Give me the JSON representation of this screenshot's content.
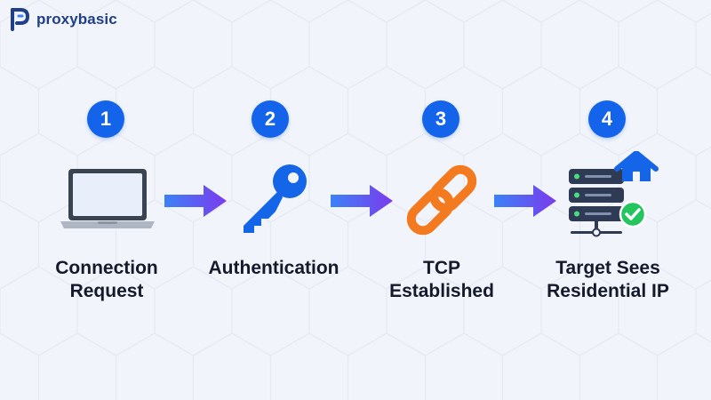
{
  "brand": {
    "name": "proxybasic"
  },
  "colors": {
    "badge": "#1364ea",
    "arrow_start": "#3b82f6",
    "arrow_end": "#7c3aed",
    "key": "#1565e8",
    "link": "#f47a1f",
    "laptop": "#3a4350",
    "server": "#2f3b55",
    "check": "#22c55e",
    "background": "#f1f4fa"
  },
  "steps": [
    {
      "number": "1",
      "icon": "laptop-icon",
      "label_line1": "Connection",
      "label_line2": "Request"
    },
    {
      "number": "2",
      "icon": "key-icon",
      "label_line1": "Authentication",
      "label_line2": ""
    },
    {
      "number": "3",
      "icon": "chain-link-icon",
      "label_line1": "TCP",
      "label_line2": "Established"
    },
    {
      "number": "4",
      "icon": "server-house-icon",
      "label_line1": "Target Sees",
      "label_line2": "Residential IP"
    }
  ]
}
